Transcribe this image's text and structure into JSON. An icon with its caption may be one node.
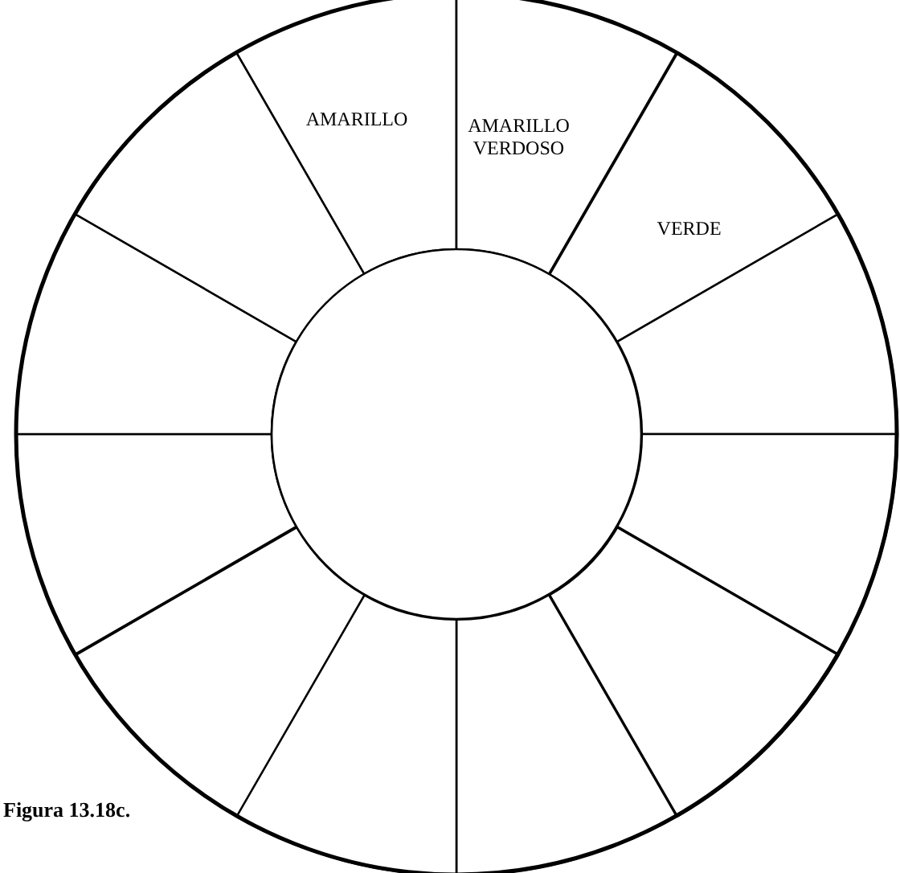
{
  "diagram": {
    "caption": "Figura 13.18c.",
    "nodes": [
      {
        "text": [
          "AMARILLO"
        ]
      },
      {
        "text": [
          "AMARILLO VERDOSO"
        ]
      },
      {
        "text": [
          "VERDE"
        ]
      },
      {
        "text": [],
        "shape": "box"
      },
      {
        "text": [],
        "shape": "box"
      },
      {
        "text": [],
        "shape": "box"
      },
      {
        "text": [],
        "shape": "box"
      },
      {
        "text": [],
        "shape": "box"
      },
      {
        "text": [],
        "shape": "box"
      },
      {
        "text": [],
        "shape": "box"
      },
      {
        "text": [],
        "shape": "box"
      },
      {
        "text": [],
        "shape": "box"
      },
      {
        "text": [],
        "shape": "circle"
      }
    ]
  }
}
